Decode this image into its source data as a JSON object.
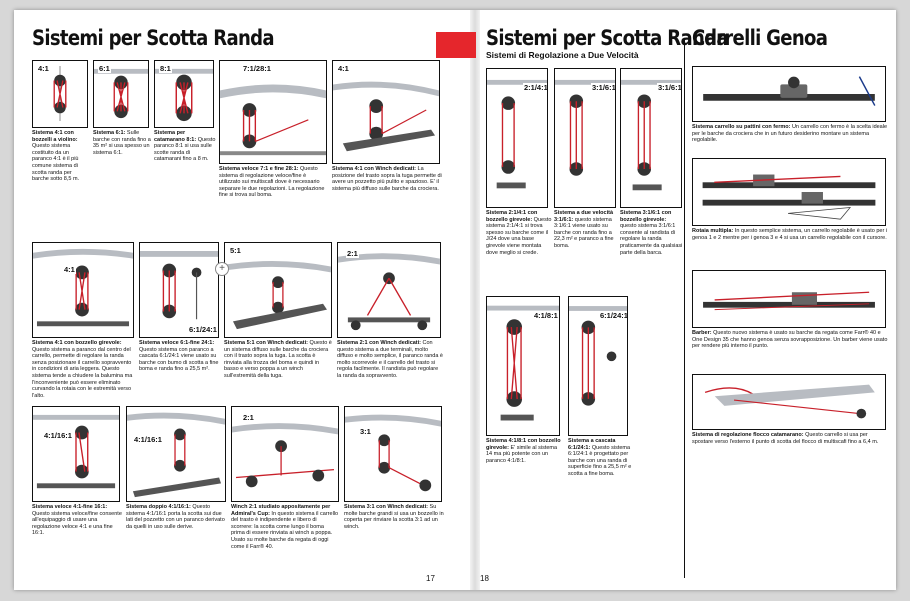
{
  "left_page": {
    "title": "Sistemi per Scotta Randa",
    "page_number": "17",
    "figures": [
      {
        "ratio": "4:1",
        "bold": "Sistema 4:1 con bozzelli a violino:",
        "text": " Questo sistema costituito da un paranco 4:1 è il più comune sistema di scotta randa per barche sotto 8,5 m."
      },
      {
        "ratio": "6:1",
        "bold": "Sistema 6:1:",
        "text": " Sulle barche con randa fino a 35 m² si usa spesso un sistema 6:1."
      },
      {
        "ratio": "8:1",
        "bold": "Sistema per catamarano 8:1:",
        "text": " Questo paranco 8:1 si usa sulle scotte randa di catamarani fino a 8 m."
      },
      {
        "ratio": "7:1/28:1",
        "bold": "Sistema veloce 7:1 e fine 28:1:",
        "text": " Questo sistema di regolazione veloce/fine è utilizzato sui multiscafi dove è necessario separare le due regolazioni. La regolazione fine si trova sul boma."
      },
      {
        "ratio": "4:1",
        "bold": "Sistema 4:1 con Winch dedicati:",
        "text": " La posizione del trasto sopra la tuga permette di avere un pozzetto più pulito e spazioso. E' il sistema più diffuso sulle barche da crociera."
      },
      {
        "ratio": "4:1",
        "bold": "Sistema 4:1 con bozzello girevole:",
        "text": " Questo sistema a paranco dal centro del carrello, permette di regolare la randa senza posizionare il carrello sopravvento in condizioni di aria leggera. Questo sistema tende a chiudere la balumina ma l'inconveniente può essere eliminato curvando la rotaia con le estremità verso l'alto."
      },
      {
        "ratio": "6:1/24:1",
        "bold": "Sistema veloce 6:1-fine 24:1:",
        "text": " Questo sistema con paranco a cascata 6:1/24:1 viene usato su barche con bumo di scotta a fine boma e randa fino a 25,5 m²."
      },
      {
        "ratio": "5:1",
        "bold": "Sistema 5:1 con Winch dedicati:",
        "text": " Questo è un sistema diffuso sulle barche da crociera con il trasto sopra la tuga. La scotta è rinviata alla trozza del boma e quindi in basso e verso poppa a un winch sull'estremità della tuga."
      },
      {
        "ratio": "2:1",
        "bold": "Sistema 2:1 con Winch dedicati:",
        "text": " Con questo sistema a due terminali, molto diffuso e molto semplice, il paranco randa è molto scorrevole e il carrello del trasto si regola facilmente. Il randista può regolare la randa da sopravvento."
      },
      {
        "ratio": "4:1/16:1",
        "bold": "Sistema veloce 4:1-fine 16:1:",
        "text": " Questo sistema veloce/fine consente all'equipaggio di usare una regolazione veloce 4:1 e una fine 16:1."
      },
      {
        "ratio": "4:1/16:1",
        "bold": "Sistema doppio 4:1/16:1:",
        "text": " Questo sistema 4:1/16:1 porta la scotta sui due lati del pozzetto con un paranco derivato da quelli in uso sulle derive."
      },
      {
        "ratio": "2:1",
        "bold": "Winch 2:1 studiato appositamente per Admiral's Cup:",
        "text": " In questo sistema il carrello del trasto è indipendente e libero di scorrere: la scotta come lungo il boma prima di essere rinviata ai winch a poppa. Usato su molte barche da regata di oggi come il Farr® 40."
      },
      {
        "ratio": "3:1",
        "bold": "Sistema 3:1 con Winch dedicati:",
        "text": " Su molte barche grandi si usa un bozzello in coperta per rinviare la scotta 3:1 ad un winch."
      }
    ]
  },
  "right_page": {
    "title": "Sistemi per Scotta Randa",
    "subtitle": "Sistemi di Regolazione a Due Velocità",
    "genoa_title": "Carrelli Genoa",
    "page_number": "18",
    "figures": [
      {
        "ratio": "2:1/4:1",
        "bold": "Sistema 2:1/4:1 con bozzello girevole:",
        "text": " Questo sistema 2:1/4:1 si trova spesso su barche come il J/24 dove una base girevole viene montata dove meglio si crede."
      },
      {
        "ratio": "3:1/6:1",
        "bold": "Sistema a due velocità 3:1/6:1:",
        "text": " questo sistema 3:1/6:1 viene usato su barche con randa fino a 22,3 m² e paranco a fine boma."
      },
      {
        "ratio": "3:1/6:1",
        "bold": "Sistema 3:1/6:1 con bozzello girevole:",
        "text": " questo sistema 3:1/6:1 consente al randista di regolare la randa praticamente da qualsiasi parte della barca."
      },
      {
        "ratio": "4:1/8:1",
        "bold": "Sistema 4:1/8:1 con bozzello girevole:",
        "text": " E' simile al sistema 14 ma più potente con un paranco 4:1/8:1."
      },
      {
        "ratio": "6:1/24:1",
        "bold": "Sistema a cascata 6:1/24:1:",
        "text": " Questo sistema 6:1/24:1 è progettato per barche con una randa di superficie fino a 25,5 m² e scotta a fine boma."
      }
    ],
    "genoa": [
      {
        "bold": "Sistema carrello su pattini con fermo:",
        "text": " Un carrello con fermo è la scelta ideale per le barche da crociera che in un futuro desiderino montare un sistema regolabile."
      },
      {
        "bold": "Rotaia multipla:",
        "text": " In questo semplice sistema, un carrello regolabile è usato per i genoa 1 e 2 mentre per i genoa 3 e 4 si usa un carrello regolabile con il cursore."
      },
      {
        "bold": "Barber:",
        "text": " Questo nuovo sistema è usato su barche da regata come Farr® 40 e One Design 35 che hanno genoa senza sovrapposizione. Un barber viene usato per rendere più interno il punto."
      },
      {
        "bold": "Sistema di regolazione flocco catamarano:",
        "text": " Questo carrello si usa per spostare verso l'esterno il punto di scotta del flocco di multiscafi fino a 6,4 m."
      }
    ]
  },
  "colors": {
    "accent": "#e5262c",
    "line": "#c8202a",
    "metal": "#b8bcc2"
  }
}
